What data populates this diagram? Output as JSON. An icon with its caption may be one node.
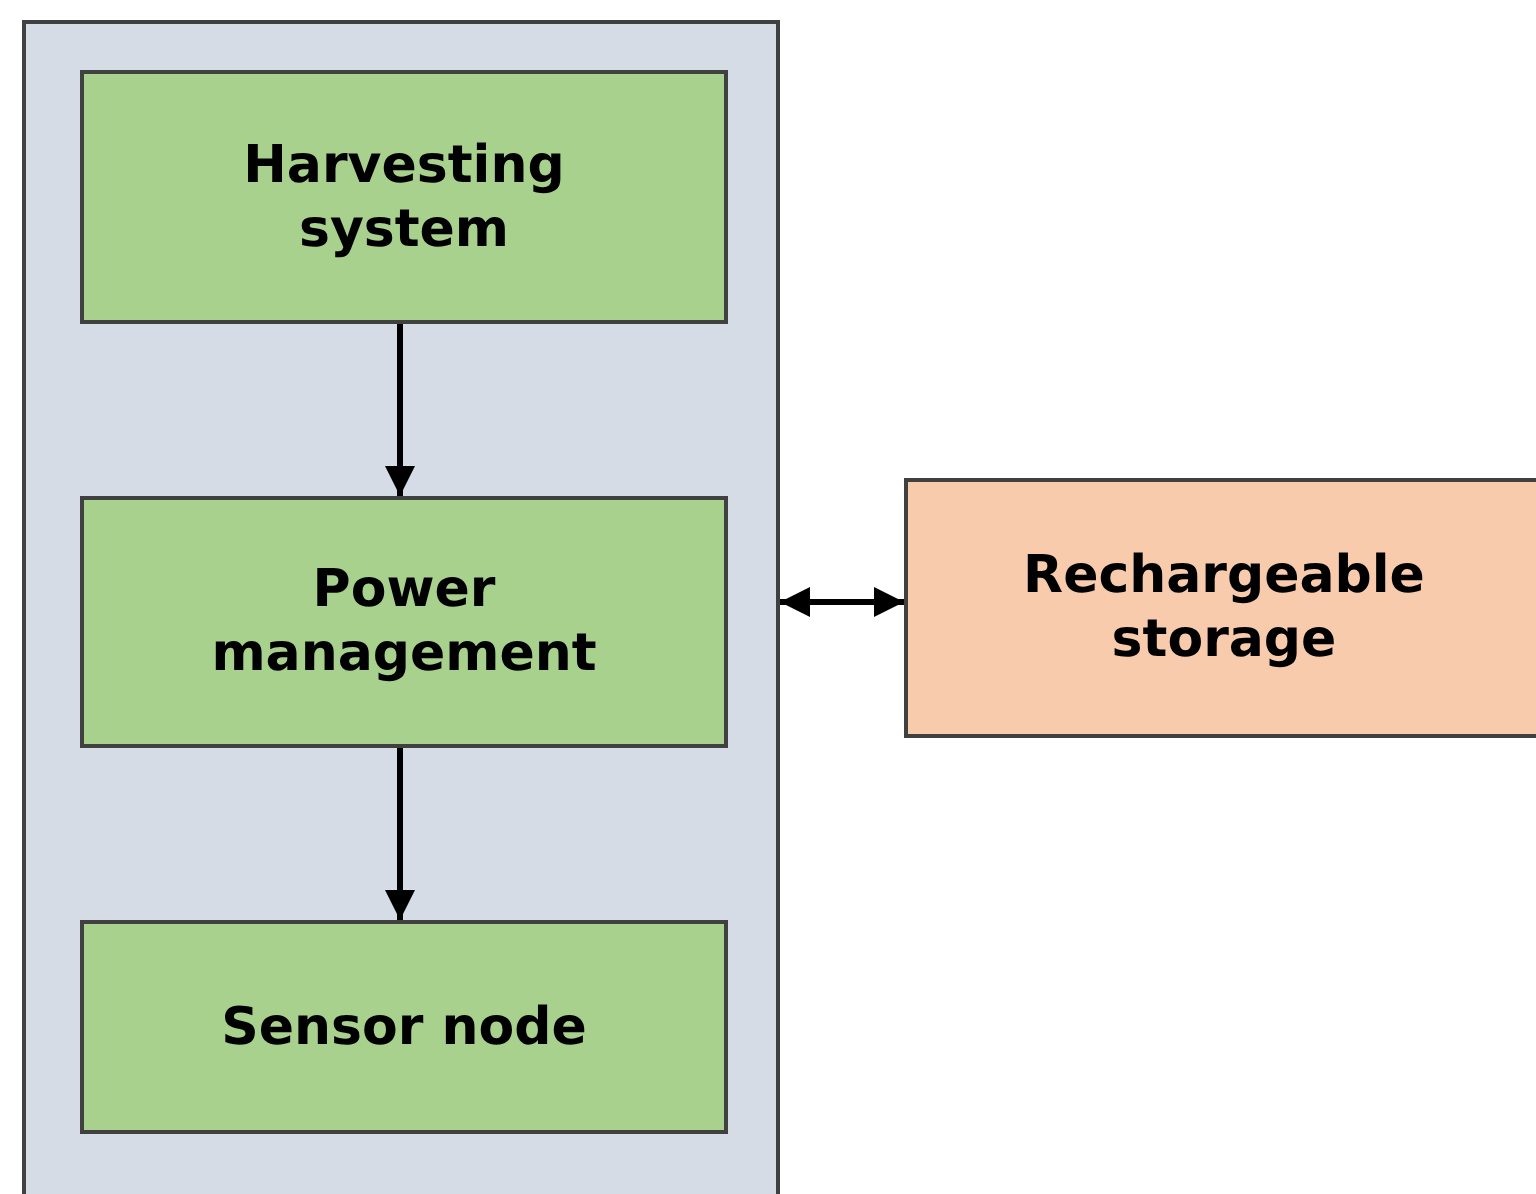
{
  "diagram": {
    "nodes": [
      {
        "text": [],
        "shape": "box"
      },
      {
        "text": [
          "Harvesting system"
        ],
        "in": 0
      },
      {
        "text": [
          "Power management"
        ],
        "in": 0
      },
      {
        "text": [
          "Sensor node"
        ],
        "in": 0
      },
      {
        "text": [
          "Rechargeable storage"
        ]
      }
    ],
    "edges": [
      {
        "from": 1,
        "to": 2,
        "arrow": "to"
      },
      {
        "from": 2,
        "to": 3,
        "arrow": "to"
      },
      {
        "from": 0,
        "to": 4,
        "arrow": "both"
      }
    ]
  }
}
